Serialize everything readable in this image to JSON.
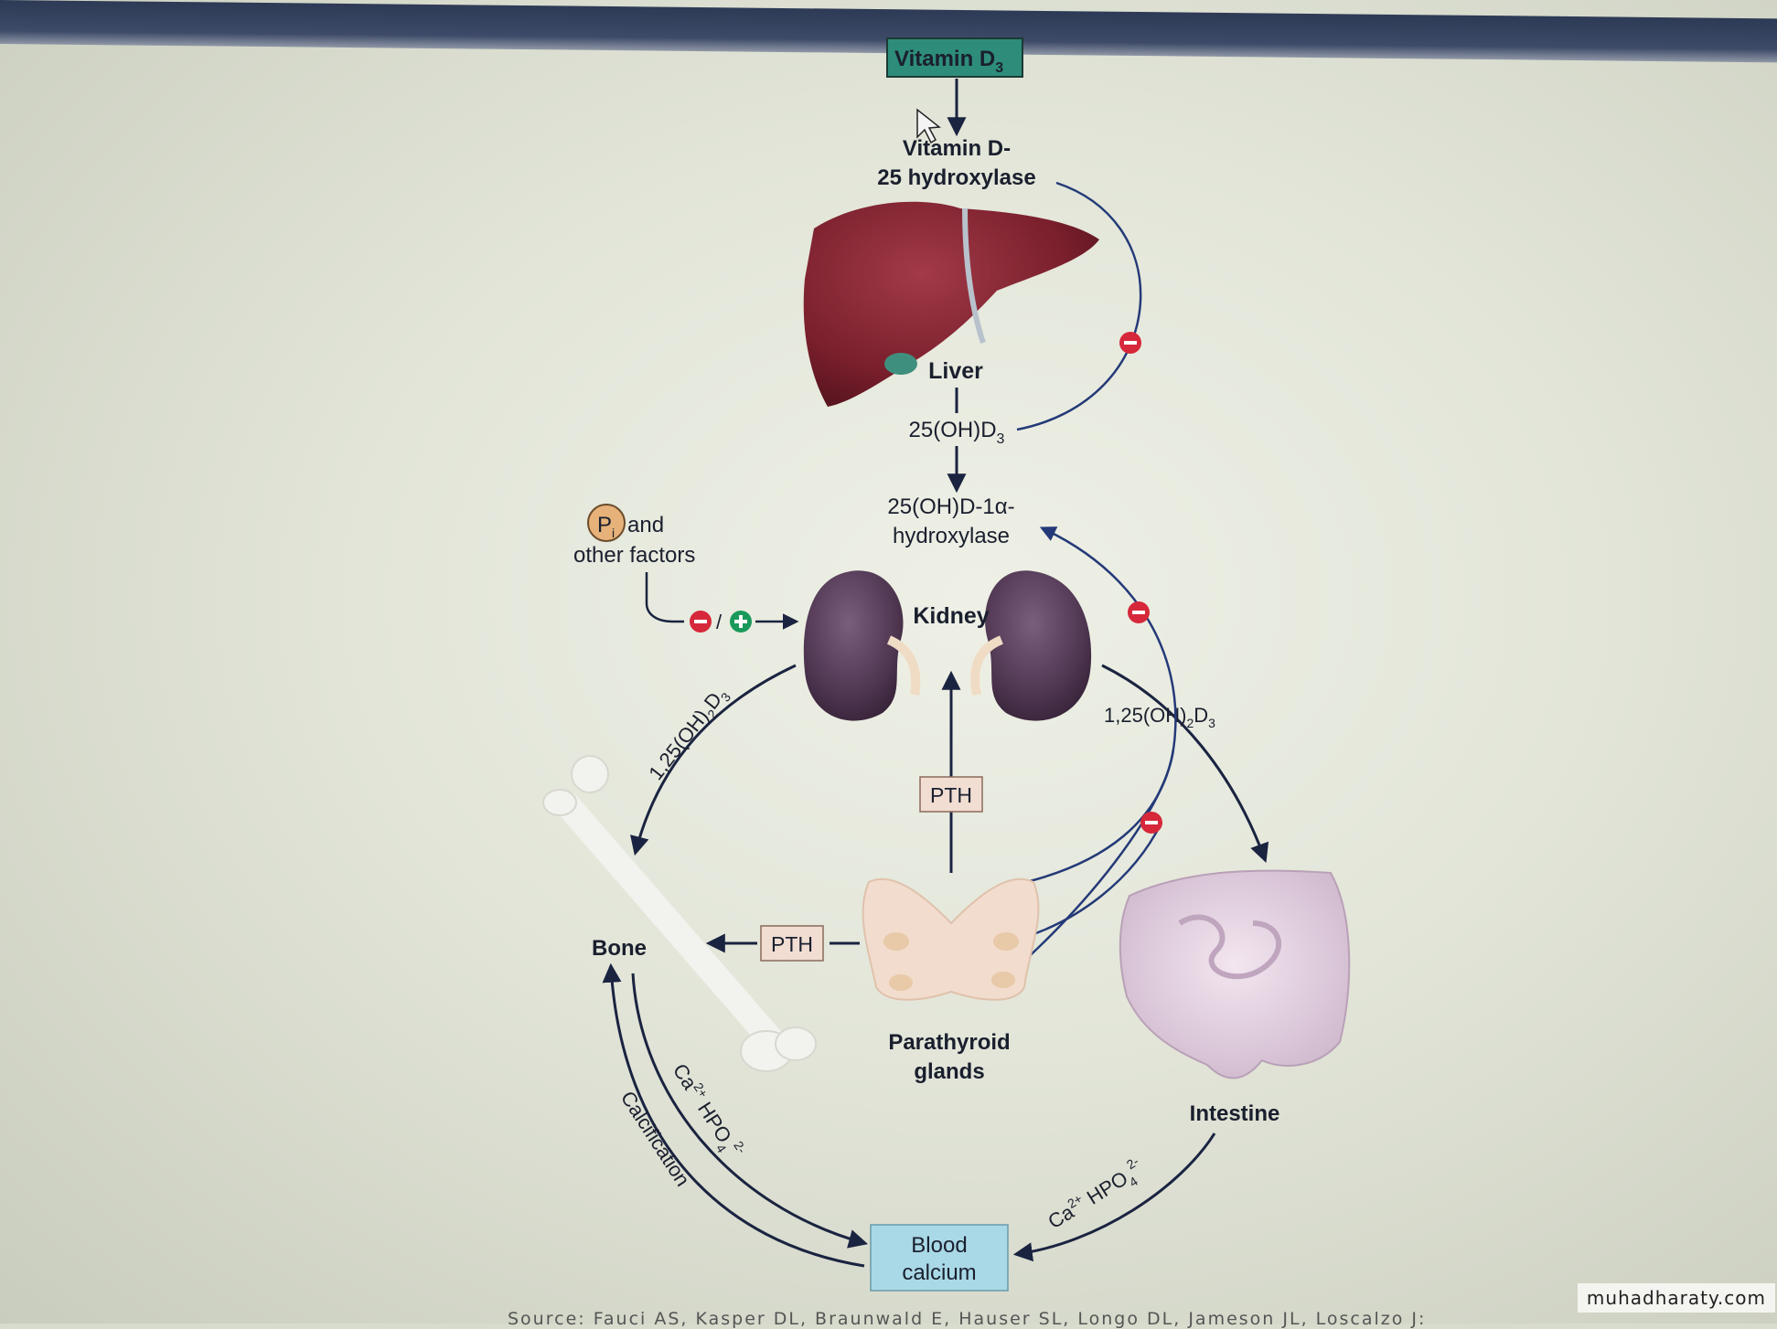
{
  "nodes": {
    "vitamin_d3": "Vitamin D",
    "vitamin_d3_sub": "3",
    "enzyme_25_line1": "Vitamin D-",
    "enzyme_25_line2": "25 hydroxylase",
    "liver": "Liver",
    "calcidiol_main": "25(OH)D",
    "calcidiol_sub": "3",
    "enzyme_1a_line1": "25(OH)D-1α-",
    "enzyme_1a_line2": "hydroxylase",
    "pi_symbol": "P",
    "pi_sub": "i",
    "pi_line1": "and",
    "pi_line2": "other factors",
    "kidney": "Kidney",
    "calcitriol": "1,25(OH)",
    "calcitriol_sub": "2",
    "calcitriol_end": "D",
    "calcitriol_sub2": "3",
    "pth": "PTH",
    "bone": "Bone",
    "parathyroid_line1": "Parathyroid",
    "parathyroid_line2": "glands",
    "intestine": "Intestine",
    "ion_ca": "Ca",
    "ion_ca_sup": "2+",
    "ion_hpo": "HPO",
    "ion_hpo_sub": "4",
    "ion_hpo_sup": "2-",
    "calcification": "Calcification",
    "blood_line1": "Blood",
    "blood_line2": "calcium"
  },
  "signs": {
    "minus": "−",
    "plus": "+",
    "slash": "/"
  },
  "footer": {
    "source": "Source: Fauci AS, Kasper DL, Braunwald E, Hauser SL, Longo DL, Jameson JL, Loscalzo J:",
    "watermark": "muhadharaty.com"
  },
  "colors": {
    "arrow": "#1a2340",
    "feedback": "#243a78",
    "minus_badge": "#d6283a",
    "plus_badge": "#1a9a5a",
    "vitd_box": "#2e8d7a",
    "blood_box": "#a9d8e6",
    "pth_box": "#f1ddd2",
    "liver": "#7a1f2c",
    "kidney": "#4e3550"
  }
}
